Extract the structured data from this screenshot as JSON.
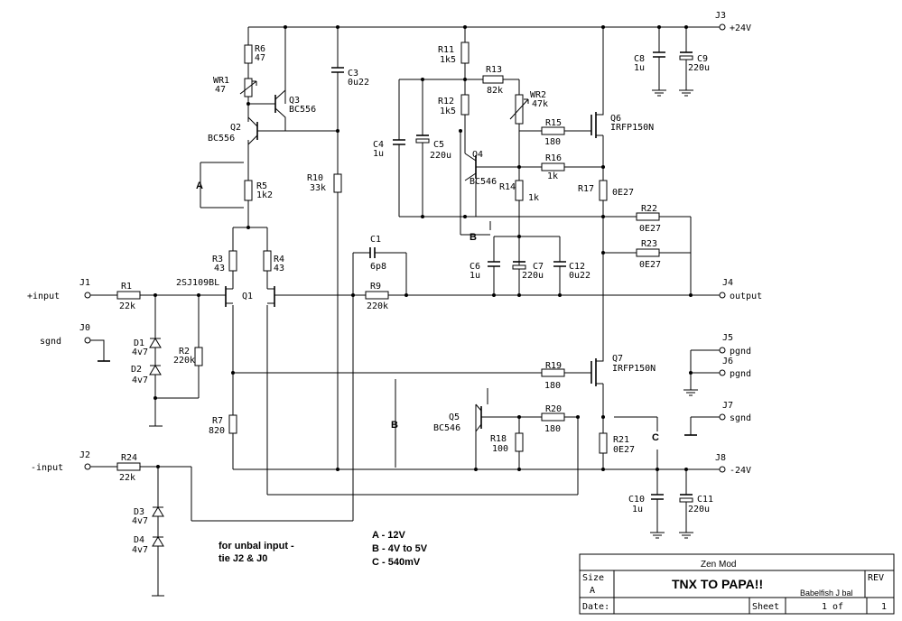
{
  "labels": {
    "r6": "R6",
    "r6_val": "47",
    "wr1": "WR1",
    "wr1_val": "47",
    "q3": "Q3",
    "q3_val": "BC556",
    "q2": "Q2",
    "q2_val": "BC556",
    "c3": "C3",
    "c3_val": "0u22",
    "r5": "R5",
    "r5_val": "1k2",
    "r10": "R10",
    "r10_val": "33k",
    "r3": "R3",
    "r3_val": "43",
    "r4": "R4",
    "r4_val": "43",
    "q1": "Q1",
    "q1_val": "2SJ109BL",
    "r1": "R1",
    "r1_val": "22k",
    "c1": "C1",
    "c1_val": "6p8",
    "r9": "R9",
    "r9_val": "220k",
    "d1": "D1",
    "d1_val": "4v7",
    "r2": "R2",
    "r2_val": "220k",
    "d2": "D2",
    "d2_val": "4v7",
    "r7": "R7",
    "r7_val": "820",
    "r24": "R24",
    "r24_val": "22k",
    "d3": "D3",
    "d3_val": "4v7",
    "d4": "D4",
    "d4_val": "4v7",
    "r11": "R11",
    "r11_val": "1k5",
    "r13": "R13",
    "r13_val": "82k",
    "wr2": "WR2",
    "wr2_val": "47k",
    "r12": "R12",
    "r12_val": "1k5",
    "r15": "R15",
    "r15_val": "180",
    "q6": "Q6",
    "q6_val": "IRFP150N",
    "c4": "C4",
    "c4_val": "1u",
    "c5": "C5",
    "c5_val": "220u",
    "q4": "Q4",
    "q4_val": "BC546",
    "r16": "R16",
    "r16_val": "1k",
    "r14": "R14",
    "r14_val": "1k",
    "r17": "R17",
    "r17_val": "0E27",
    "r22": "R22",
    "r22_val": "0E27",
    "r23": "R23",
    "r23_val": "0E27",
    "c6": "C6",
    "c6_val": "1u",
    "c7": "C7",
    "c7_val": "220u",
    "c12": "C12",
    "c12_val": "0u22",
    "c8": "C8",
    "c8_val": "1u",
    "c9": "C9",
    "c9_val": "220u",
    "r19": "R19",
    "r19_val": "180",
    "q7": "Q7",
    "q7_val": "IRFP150N",
    "q5": "Q5",
    "q5_val": "BC546",
    "r20": "R20",
    "r20_val": "180",
    "r18": "R18",
    "r18_val": "100",
    "r21": "R21",
    "r21_val": "0E27",
    "c10": "C10",
    "c10_val": "1u",
    "c11": "C11",
    "c11_val": "220u"
  },
  "connectors": {
    "j1": "J1",
    "j1_net": "+input",
    "j0": "J0",
    "j0_net": "sgnd",
    "j2": "J2",
    "j2_net": "-input",
    "j3": "J3",
    "j3_net": "+24V",
    "j4": "J4",
    "j4_net": "output",
    "j5": "J5",
    "j5_net": "pgnd",
    "j6": "J6",
    "j6_net": "pgnd",
    "j7": "J7",
    "j7_net": "sgnd",
    "j8": "J8",
    "j8_net": "-24V"
  },
  "markers": {
    "a": "A",
    "b1": "B",
    "b2": "B",
    "c": "C"
  },
  "notes": {
    "unbal_1": "for unbal input -",
    "unbal_2": "tie J2 & J0",
    "legend_a": "A - 12V",
    "legend_b": "B - 4V to 5V",
    "legend_c": "C - 540mV"
  },
  "title_block": {
    "company": "Zen Mod",
    "size_label": "Size",
    "size_value": "A",
    "title": "TNX TO PAPA!!",
    "doc_name": "Babelfish J bal",
    "rev_label": "REV",
    "date_label": "Date:",
    "sheet_label": "Sheet",
    "sheet_no": "1",
    "sheet_of": "of",
    "sheet_total": "1"
  }
}
